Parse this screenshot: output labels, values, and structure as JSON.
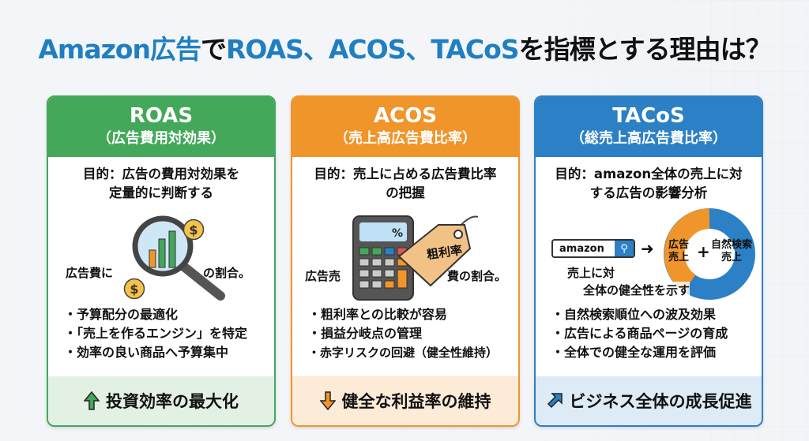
{
  "title": {
    "part1": "Amazon広告",
    "part2": "で",
    "part3": "ROAS、ACOS、TACoS",
    "part4": "を指標とする理由は？"
  },
  "colors": {
    "roas": "#43a85a",
    "acos": "#f0952a",
    "tacos": "#2c80c5",
    "title_accent": "#1f7fc0"
  },
  "cards": [
    {
      "name": "ROAS",
      "subtitle": "（広告費用対効果）",
      "purpose_line1": "目的：広告の費用対効果を",
      "purpose_line2": "定量的に判断する",
      "illus_left": "広告費に",
      "illus_right": "の割合。",
      "icons": [
        "magnifier-chart-icon",
        "dollar-coin-icon",
        "dollar-coin-icon"
      ],
      "bullets": [
        "・予算配分の最適化",
        "・「売上を作るエンジン」を特定",
        "・効率の良い商品へ予算集中"
      ],
      "footer": "投資効率の最大化",
      "footer_icon": "arrow-up-icon"
    },
    {
      "name": "ACOS",
      "subtitle": "（売上高広告費比率）",
      "purpose_line1": "目的：売上に占める広告費比率",
      "purpose_line2": "の把握",
      "illus_left": "広告売",
      "illus_right": "費の割合。",
      "calc_display": "%",
      "tag_label": "粗利率",
      "bullets": [
        "・粗利率との比較が容易",
        "・損益分岐点の管理",
        "・赤字リスクの回避（健全性維持）"
      ],
      "footer": "健全な利益率の維持",
      "footer_icon": "arrow-down-icon"
    },
    {
      "name": "TACoS",
      "subtitle": "（総売上高広告費比率）",
      "purpose_line1": "目的：amazon全体の売上に対",
      "purpose_line2": "する広告の影響分析",
      "search_text": "amazon",
      "donut_left": "広告\n売上",
      "donut_plus": "+",
      "donut_right": "自然検索\n売上",
      "illus_line1": "売上に対",
      "illus_line2": "全体の健全性を示す",
      "bullets": [
        "・自然検索順位への波及効果",
        "・広告による商品ページの育成",
        "・全体での健全な運用を評価"
      ],
      "footer": "ビジネス全体の成長促進",
      "footer_icon": "arrow-up-right-icon"
    }
  ]
}
